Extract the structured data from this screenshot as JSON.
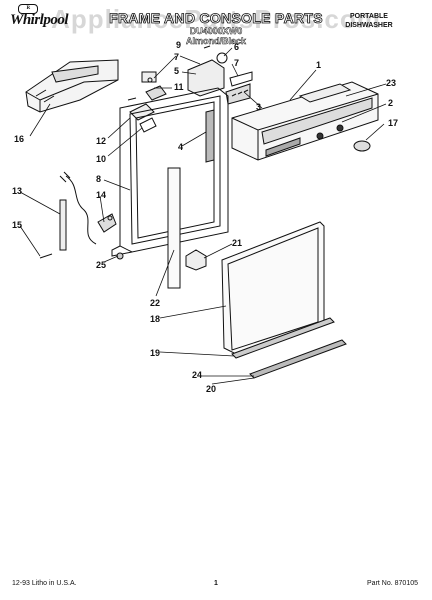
{
  "header": {
    "brand": "Whirlpool",
    "brand_mark": "R",
    "title": "FRAME AND CONSOLE PARTS",
    "model": "DU4000XW0",
    "color": "Almond/Black",
    "appliance_type_line1": "PORTABLE",
    "appliance_type_line2": "DISHWASHER",
    "watermark": "AppliancePartsPros.com"
  },
  "callouts": [
    "1",
    "2",
    "3",
    "4",
    "5",
    "6",
    "7",
    "7",
    "8",
    "9",
    "10",
    "11",
    "12",
    "13",
    "14",
    "15",
    "16",
    "17",
    "18",
    "19",
    "20",
    "21",
    "22",
    "23",
    "24",
    "25"
  ],
  "footer": {
    "printed": "12-93 Litho in U.S.A.",
    "page": "1",
    "part_no": "Part No. 870105"
  }
}
